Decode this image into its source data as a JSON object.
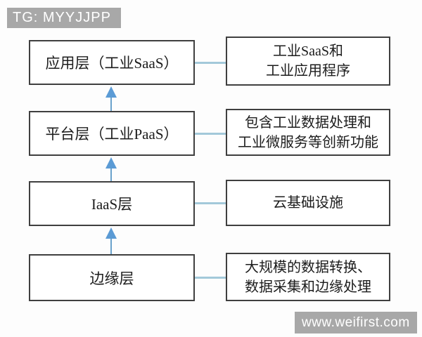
{
  "badge": {
    "text": "TG: MYYJJPP"
  },
  "watermark": {
    "text": "www.weifirst.com"
  },
  "colors": {
    "arrow": "#5b9bd5",
    "connector": "#a3c9da",
    "box_border": "#3f3f3f",
    "overlay_background": "#a8a8a8",
    "page_background": "#fdfdfd"
  },
  "diagram": {
    "type": "layered-architecture",
    "flow_direction": "bottom-to-top",
    "layers": [
      {
        "label": "应用层（工业SaaS）",
        "description": "工业SaaS和\n工业应用程序"
      },
      {
        "label": "平台层（工业PaaS）",
        "description": "包含工业数据处理和\n工业微服务等创新功能"
      },
      {
        "label": "IaaS层",
        "description": "云基础设施"
      },
      {
        "label": "边缘层",
        "description": "大规模的数据转换、\n数据采集和边缘处理"
      }
    ]
  }
}
